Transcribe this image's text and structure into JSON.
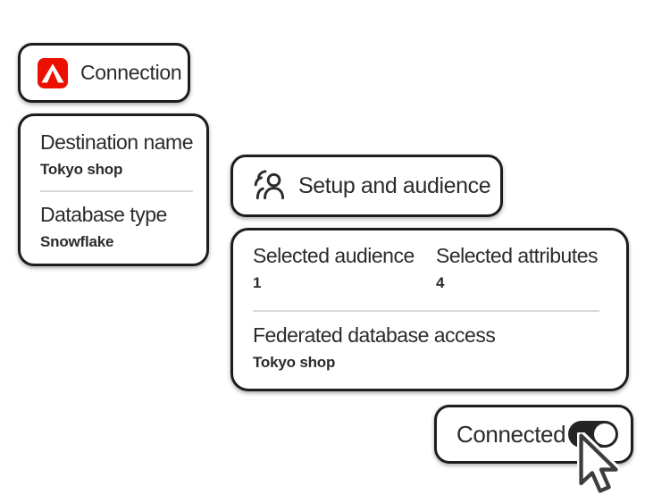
{
  "connection_card": {
    "title": "Connection",
    "icon": "adobe-logo"
  },
  "connection_details": {
    "fields": [
      {
        "label": "Destination name",
        "value": "Tokyo shop"
      },
      {
        "label": "Database type",
        "value": "Snowflake"
      }
    ]
  },
  "setup_card": {
    "title": "Setup and audience",
    "icon": "audience-icon"
  },
  "setup_details": {
    "stats": [
      {
        "label": "Selected audience",
        "value": "1"
      },
      {
        "label": "Selected attributes",
        "value": "4"
      }
    ],
    "field": {
      "label": "Federated database access",
      "value": "Tokyo shop"
    }
  },
  "status_card": {
    "label": "Connected",
    "toggle_state": "on"
  },
  "cursor": {
    "type": "arrow-pointer"
  },
  "colors": {
    "accent_red": "#EB1000",
    "card_border": "#1D1D1D",
    "text": "#2B2B2B",
    "divider": "#D8D8D8",
    "toggle_on": "#242424",
    "card_bg": "#FFFFFF"
  }
}
